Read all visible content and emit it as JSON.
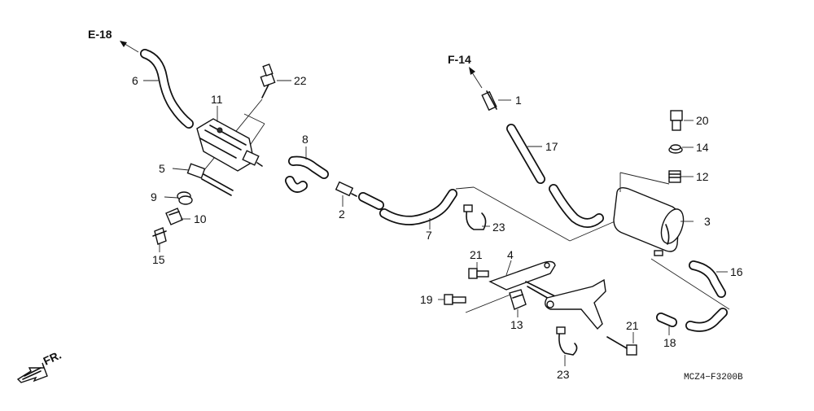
{
  "diagram_code": "MCZ4−F3200B",
  "references": {
    "e18": "E-18",
    "f14": "F-14"
  },
  "front_indicator": "FR.",
  "callouts": {
    "p1": "1",
    "p2": "2",
    "p3": "3",
    "p4": "4",
    "p5": "5",
    "p6": "6",
    "p7": "7",
    "p8": "8",
    "p9": "9",
    "p10": "10",
    "p11": "11",
    "p12": "12",
    "p13": "13",
    "p14": "14",
    "p15": "15",
    "p16": "16",
    "p17": "17",
    "p18": "18",
    "p19": "19",
    "p20": "20",
    "p21a": "21",
    "p21b": "21",
    "p22": "22",
    "p23a": "23",
    "p23b": "23"
  }
}
